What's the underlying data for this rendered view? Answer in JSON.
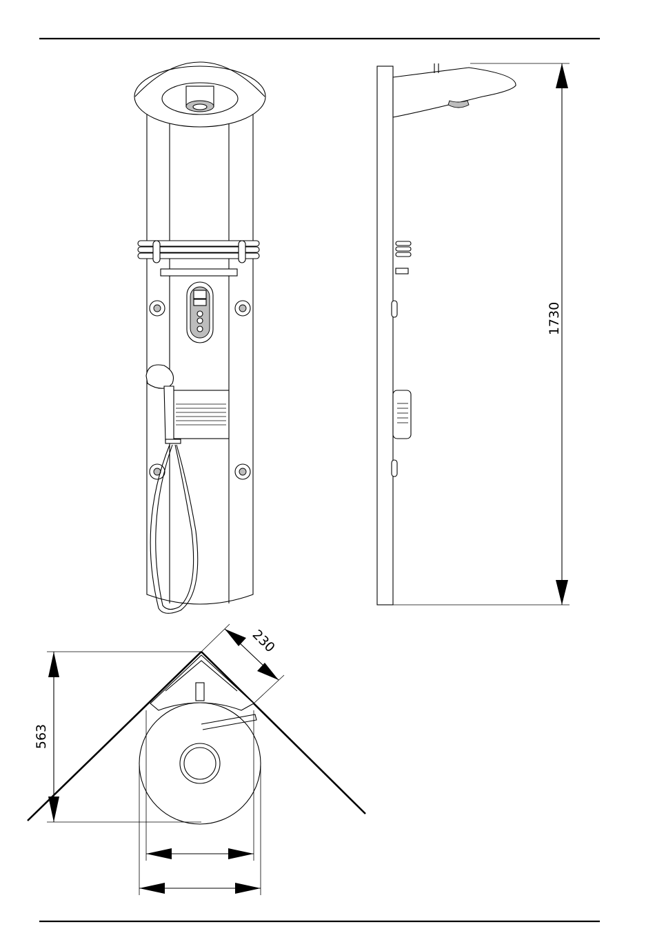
{
  "dimensions": {
    "height_label": "1730",
    "depth_label": "230",
    "corner_label": "563"
  }
}
